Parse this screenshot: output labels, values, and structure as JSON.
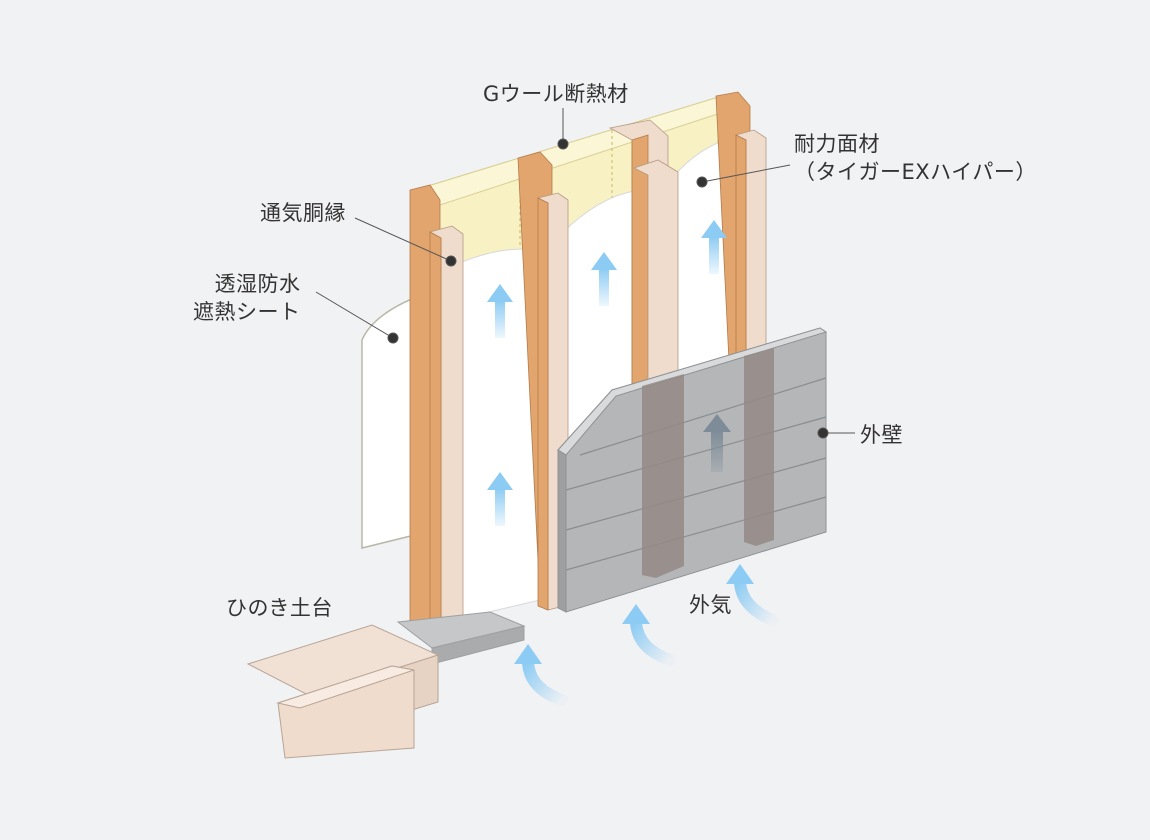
{
  "labels": {
    "insulation": "Gウール断熱材",
    "furring": "通気胴縁",
    "sheet_line1": "透湿防水",
    "sheet_line2": "遮熱シート",
    "panel_line1": "耐力面材",
    "panel_line2": "（タイガーEXハイパー）",
    "exterior_wall": "外壁",
    "sill": "ひのき土台",
    "outside_air": "外気"
  },
  "colors": {
    "background": "#f1f2f4",
    "insulation": "#f7f1c4",
    "timber_side": "#e2a56e",
    "timber_face": "#efdccd",
    "sheet": "#ffffff",
    "exterior_wall": "#b4b6b8",
    "airflow_arrow": "#8ccbf3",
    "callout_dot": "#333333"
  }
}
